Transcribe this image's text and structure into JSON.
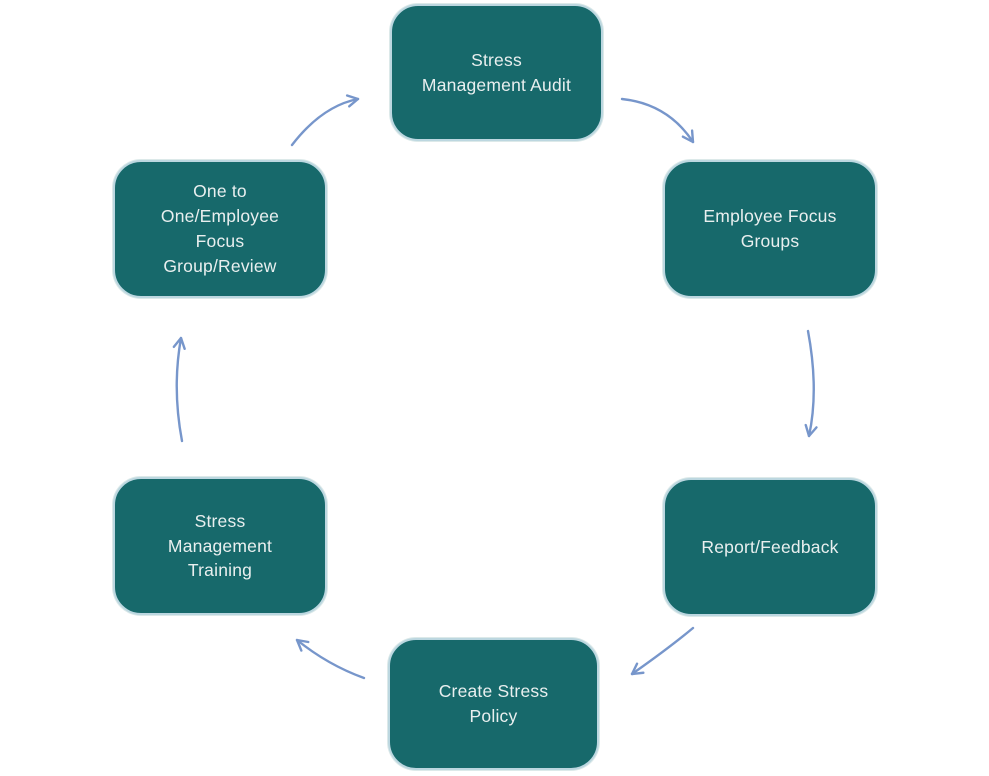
{
  "diagram": {
    "type": "cycle",
    "node_count": 6
  },
  "colors": {
    "box_fill": "#17696B",
    "box_border": "#BCD7E0",
    "box_text": "#E9EFEF",
    "arrow": "#7796CB",
    "background": "#FFFFFF"
  },
  "boxes": [
    {
      "id": "stress-management-audit",
      "label": "Stress\nManagement Audit"
    },
    {
      "id": "employee-focus-groups",
      "label": "Employee Focus\nGroups"
    },
    {
      "id": "report-feedback",
      "label": "Report/Feedback"
    },
    {
      "id": "create-stress-policy",
      "label": "Create Stress\nPolicy"
    },
    {
      "id": "stress-management-training",
      "label": "Stress\nManagement\nTraining"
    },
    {
      "id": "one-to-one-employee-focus-group-review",
      "label": "One to\nOne/Employee\nFocus\nGroup/Review"
    }
  ],
  "flow": [
    {
      "from": "Stress Management Audit",
      "to": "Employee Focus Groups"
    },
    {
      "from": "Employee Focus Groups",
      "to": "Report/Feedback"
    },
    {
      "from": "Report/Feedback",
      "to": "Create Stress Policy"
    },
    {
      "from": "Create Stress Policy",
      "to": "Stress Management Training"
    },
    {
      "from": "Stress Management Training",
      "to": "One to One/Employee Focus Group/Review"
    },
    {
      "from": "One to One/Employee Focus Group/Review",
      "to": "Stress Management Audit"
    }
  ]
}
